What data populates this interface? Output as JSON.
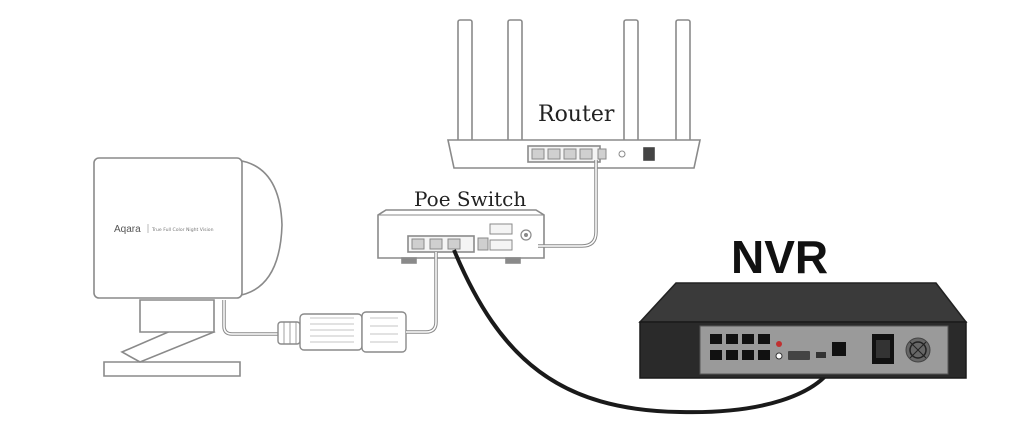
{
  "labels": {
    "router": "Router",
    "poe_switch": "Poe Switch",
    "nvr": "NVR"
  },
  "camera": {
    "brand": "Aqara",
    "tagline": "True Full Color Night Vision"
  },
  "colors": {
    "line": "#8a8a8a",
    "cable": "#1a1a1a",
    "nvr_body": "#2a2a2a",
    "nvr_panel": "#9a9a9a"
  }
}
